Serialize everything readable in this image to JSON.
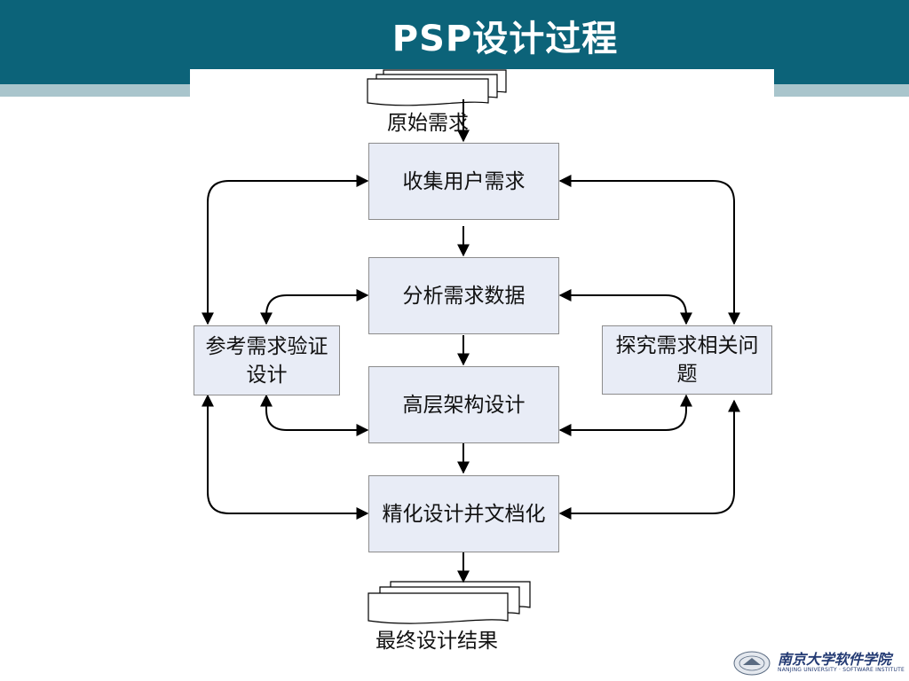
{
  "slide": {
    "title": "PSP设计过程"
  },
  "documents": {
    "input_label": "原始需求",
    "output_label": "最终设计结果"
  },
  "steps": {
    "collect": "收集用户需求",
    "analyze": "分析需求数据",
    "high_level": "高层架构设计",
    "refine": "精化设计并文档化"
  },
  "side_boxes": {
    "verify": "参考需求验证设计",
    "explore": "探究需求相关问题"
  },
  "logo": {
    "name": "南京大学软件学院",
    "subtitle": "NANJING UNIVERSITY · SOFTWARE INSTITUTE"
  },
  "colors": {
    "header": "#0c6379",
    "header_stripe": "#a9c5cc",
    "box_fill": "#e8ecf6",
    "box_border": "#8c8c8c",
    "connector": "#000000"
  }
}
